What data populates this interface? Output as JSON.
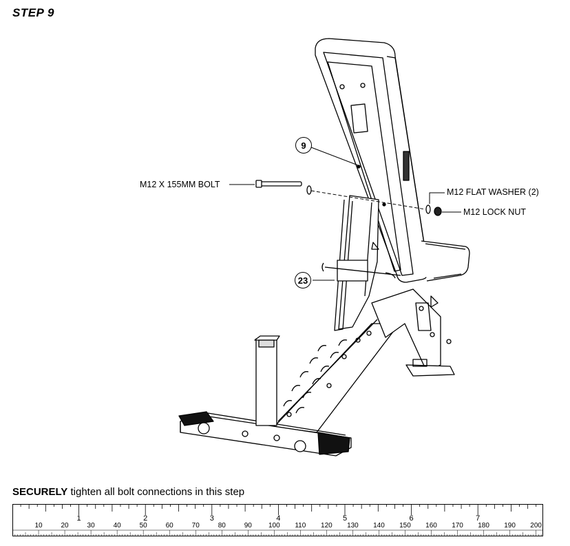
{
  "step_title": "STEP 9",
  "callouts": {
    "backrest": "9",
    "upright": "23"
  },
  "hardware": {
    "bolt": "M12 X 155MM BOLT",
    "washer": "M12 FLAT WASHER (2)",
    "nut": "M12 LOCK NUT"
  },
  "instruction": {
    "emphasis": "SECURELY",
    "text": " tighten all bolt connections in this step"
  },
  "ruler": {
    "inch_labels": [
      "1",
      "2",
      "3",
      "4",
      "5",
      "6",
      "7"
    ],
    "mm_labels": [
      "10",
      "20",
      "30",
      "40",
      "50",
      "60",
      "70",
      "80",
      "90",
      "100",
      "110",
      "120",
      "130",
      "140",
      "150",
      "160",
      "170",
      "180",
      "190",
      "200"
    ]
  }
}
